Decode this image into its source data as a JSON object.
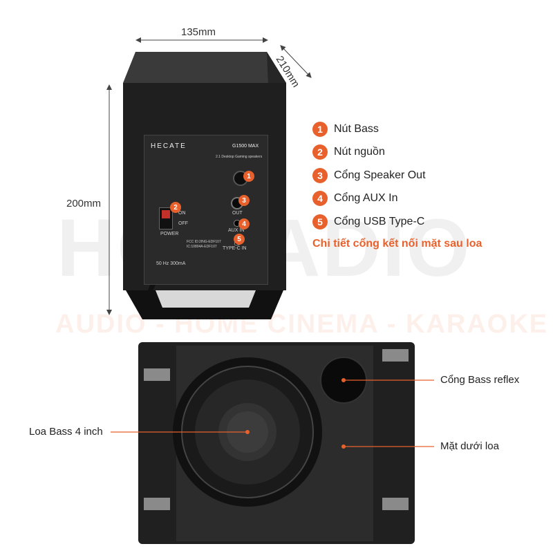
{
  "dimensions": {
    "width": "135mm",
    "depth": "210mm",
    "height": "200mm"
  },
  "legend": [
    {
      "number": "1",
      "label": "Nút Bass"
    },
    {
      "number": "2",
      "label": "Nút nguồn"
    },
    {
      "number": "3",
      "label": "Cổng Speaker Out"
    },
    {
      "number": "4",
      "label": "Cổng AUX In"
    },
    {
      "number": "5",
      "label": "Cổng USB Type-C"
    }
  ],
  "legend_caption": "Chi tiết cổng kết nối mặt sau loa",
  "panel": {
    "brand": "HECATE",
    "model": "G1500 MAX",
    "subtitle": "2.1 Desktop Gaming speakers",
    "switch_on": "ON",
    "switch_off": "OFF",
    "power": "POWER",
    "out": "OUT",
    "aux": "AUX IN",
    "typec": "TYPE-C IN",
    "fcc": "FCC ID:2ING-EDF107",
    "ic": "IC:10804A-EDF107",
    "voltage": "50   Hz 300mA"
  },
  "bottom_callouts": {
    "bass_port": "Cổng Bass reflex",
    "woofer": "Loa Bass 4 inch",
    "bottom": "Mặt dưới loa"
  },
  "watermark": {
    "brand": "HC RADIO",
    "tagline": "AUDIO - HOME CINEMA - KARAOKE"
  },
  "colors": {
    "accent": "#e8612c",
    "body": "#1c1c1c"
  }
}
